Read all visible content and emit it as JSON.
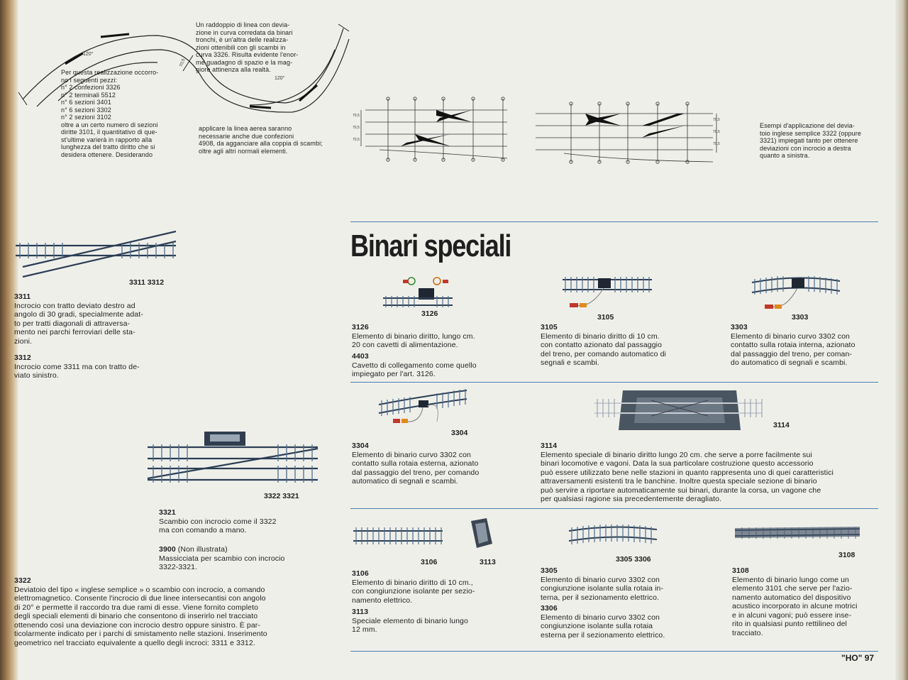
{
  "top": {
    "diagram_a": {
      "angle_left": "120°",
      "angle_right": "120°",
      "dimension": "70,5"
    },
    "intro_left": [
      "Per questa realizzazione occorro-",
      "no i seguenti pezzi:",
      "n° 2 confezioni 3326",
      "n° 2 terminali 5512",
      "n° 6 sezioni 3401",
      "n° 6 sezioni 3302",
      "n° 2 sezioni 3102",
      "oltre a un certo numero di sezioni",
      "diritte 3101, il quantitativo di que-",
      "st'ultime varierà in rapporto alla",
      "lunghezza del tratto diritto che si",
      "desidera ottenere. Desiderando"
    ],
    "intro_right": [
      "Un raddoppio di linea con devia-",
      "zione in curva corredata da binari",
      "tronchi, è un'altra delle realizza-",
      "zioni ottenibili con gli scambi in",
      "curva 3326. Risulta evidente l'enor-",
      "me guadagno di spazio e la mag-",
      "giore attinenza alla realtà."
    ],
    "intro_right_2": [
      "applicare la linea aerea saranno",
      "necessarie anche due confezioni",
      "4908, da agganciare alla coppia di scambi;",
      "oltre agli altri normali elementi."
    ],
    "diagram_dim": "70,5",
    "example_caption": [
      "Esempi d'applicazione del devia-",
      "toio inglese semplice 3322 (oppure",
      "3321) impiegati tanto per ottenere",
      "deviazioni con incrocio a destra",
      "quanto a sinistra."
    ]
  },
  "heading": "Binari speciali",
  "left": {
    "img1_label": "3311  3312",
    "i3311_code": "3311",
    "i3311_text": [
      "Incrocio con tratto deviato destro ad",
      "angolo di 30 gradi, specialmente adat-",
      "to per tratti diagonali di attraversa-",
      "mento nei parchi ferroviari delle sta-",
      "zioni."
    ],
    "i3312_code": "3312",
    "i3312_text": [
      "Incrocio come 3311 ma con tratto de-",
      "viato sinistro."
    ],
    "img2_label": "3322  3321",
    "i3321_code": "3321",
    "i3321_text": [
      "Scambio con incrocio come il 3322",
      "ma con comando a mano."
    ],
    "i3900_code": "3900",
    "i3900_note": "(Non illustrata)",
    "i3900_text": [
      "Massicciata per scambio con incrocio",
      "3322-3321."
    ],
    "i3322_code": "3322",
    "i3322_text": [
      "Deviatoio del tipo « inglese semplice » o scambio con incrocio, a comando",
      "elettromagnetico. Consente l'incrocio di due linee intersecantisi con angolo",
      "di 20° e permette il raccordo tra due rami di esse. Viene fornito completo",
      "degli speciali elementi di binario che consentono di inserirlo nel tracciato",
      "ottenendo così una deviazione con incrocio destro oppure sinistro. È par-",
      "ticolarmente indicato per i parchi di smistamento nelle stazioni. Inserimento",
      "geometrico nel tracciato equivalente a quello degli incroci: 3311 e 3312."
    ]
  },
  "items": {
    "i3126_label": "3126",
    "i3126_code": "3126",
    "i3126_text": [
      "Elemento di binario diritto, lungo cm.",
      "20 con cavetti di alimentazione."
    ],
    "i4403_code": "4403",
    "i4403_text": [
      "Cavetto di collegamento come quello",
      "impiegato per l'art. 3126."
    ],
    "i3105_label": "3105",
    "i3105_code": "3105",
    "i3105_text": [
      "Elemento di binario diritto di 10 cm.",
      "con contatto azionato dal passaggio",
      "del treno, per comando automatico di",
      "segnali e scambi."
    ],
    "i3303_label": "3303",
    "i3303_code": "3303",
    "i3303_text": [
      "Elemento di binario curvo 3302 con",
      "contatto sulla rotaia interna, azionato",
      "dal passaggio del treno, per coman-",
      "do automatico di segnali e scambi."
    ],
    "i3304_label": "3304",
    "i3304_code": "3304",
    "i3304_text": [
      "Elemento di binario curvo 3302 con",
      "contatto sulla rotaia esterna, azionato",
      "dal passaggio del treno, per comando",
      "automatico di segnali e scambi."
    ],
    "i3114_label": "3114",
    "i3114_code": "3114",
    "i3114_text": [
      "Elemento speciale di binario diritto lungo 20 cm. che serve a porre facilmente sui",
      "binari locomotive e vagoni. Data la sua particolare costruzione questo accessorio",
      "può essere utilizzato bene nelle stazioni in quanto rappresenta uno di quei caratteristici",
      "attraversamenti esistenti tra le banchine. Inoltre questa speciale sezione di binario",
      "può servire a riportare automaticamente sui binari, durante la corsa, un vagone che",
      "per qualsiasi ragione sia precedentemente deragliato."
    ],
    "i3106_label": "3106",
    "i3113_label": "3113",
    "i3106_code": "3106",
    "i3106_text": [
      "Elemento di binario diritto di 10 cm.,",
      "con congiunzione isolante per sezio-",
      "namento elettrico."
    ],
    "i3113_code": "3113",
    "i3113_text": [
      "Speciale elemento di binario lungo",
      "12 mm."
    ],
    "i3305_label": "3305  3306",
    "i3305_code": "3305",
    "i3305_text": [
      "Elemento di binario curvo 3302 con",
      "congiunzione isolante sulla rotaia in-",
      "terna, per il sezionamento elettrico."
    ],
    "i3306_code": "3306",
    "i3306_text": [
      "Elemento di binario curvo 3302 con",
      "congiunzione isolante sulla rotaia",
      "esterna per il sezionamento elettrico."
    ],
    "i3108_label": "3108",
    "i3108_code": "3108",
    "i3108_text": [
      "Elemento di binario lungo come un",
      "elemento 3101 che serve per l'azio-",
      "namento automatico del dispositivo",
      "acustico incorporato in alcune motrici",
      "e in alcuni vagoni; può essere inse-",
      "rito in qualsiasi punto rettilineo del",
      "tracciato."
    ]
  },
  "footer": {
    "brand": "\"HO\"",
    "page": "97"
  },
  "colors": {
    "rule": "#4a7fb2",
    "paper": "#efefea",
    "track": "#3f5c78"
  }
}
